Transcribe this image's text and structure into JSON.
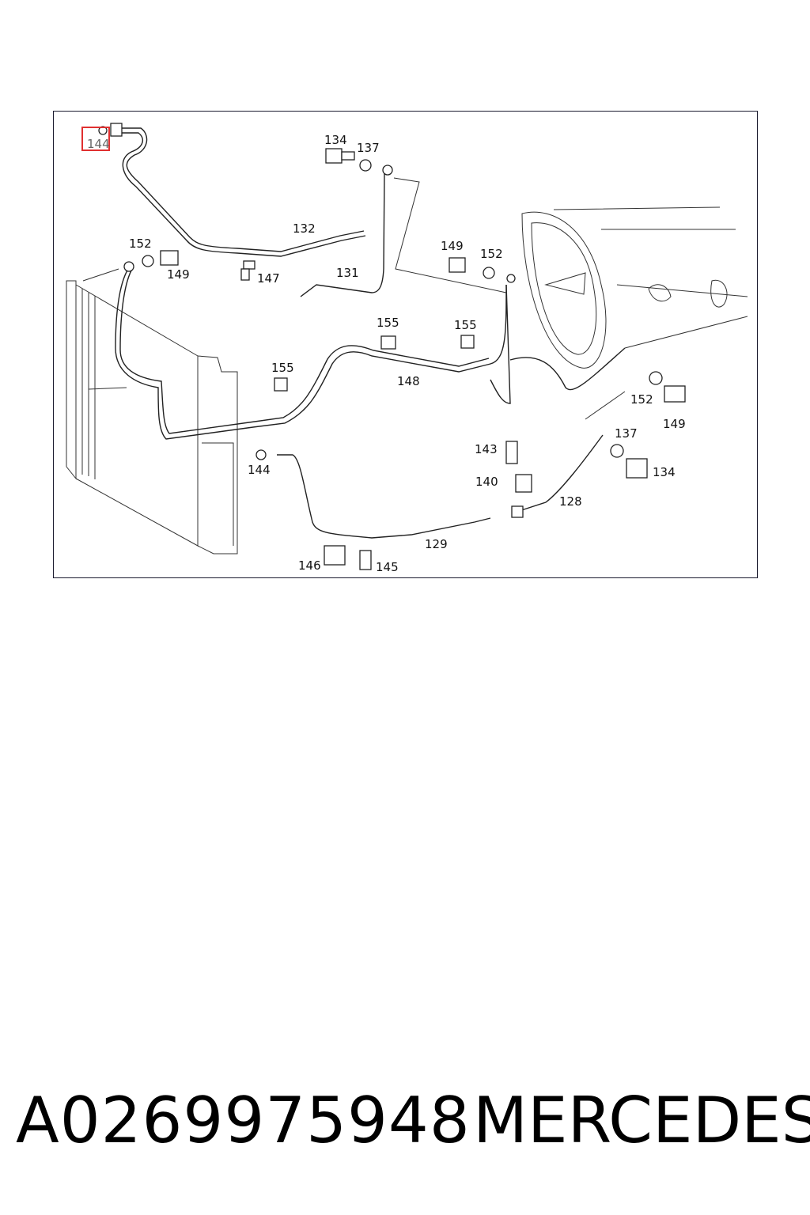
{
  "highlight": {
    "label": "144",
    "color": "#e03030"
  },
  "callouts": [
    "134",
    "137",
    "132",
    "152",
    "149",
    "147",
    "131",
    "149",
    "152",
    "155",
    "155",
    "155",
    "148",
    "152",
    "149",
    "137",
    "144",
    "143",
    "140",
    "134",
    "128",
    "129",
    "146",
    "145"
  ],
  "caption": {
    "part_number": "A0269975948",
    "brand": "MERCEDES"
  }
}
